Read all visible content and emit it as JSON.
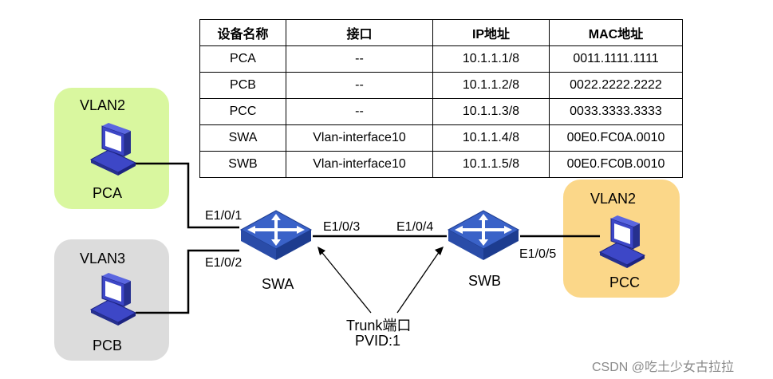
{
  "table": {
    "headers": [
      "设备名称",
      "接口",
      "IP地址",
      "MAC地址"
    ],
    "rows": [
      [
        "PCA",
        "--",
        "10.1.1.1/8",
        "0011.1111.1111"
      ],
      [
        "PCB",
        "--",
        "10.1.1.2/8",
        "0022.2222.2222"
      ],
      [
        "PCC",
        "--",
        "10.1.1.3/8",
        "0033.3333.3333"
      ],
      [
        "SWA",
        "Vlan-interface10",
        "10.1.1.4/8",
        "00E0.FC0A.0010"
      ],
      [
        "SWB",
        "Vlan-interface10",
        "10.1.1.5/8",
        "00E0.FC0B.0010"
      ]
    ]
  },
  "devices": {
    "pca": {
      "vlan": "VLAN2",
      "name": "PCA",
      "color": "#d9f79f"
    },
    "pcb": {
      "vlan": "VLAN3",
      "name": "PCB",
      "color": "#dcdcdc"
    },
    "pcc": {
      "vlan": "VLAN2",
      "name": "PCC",
      "color": "#fbd789"
    },
    "swa": {
      "name": "SWA",
      "badge": "SWITCH"
    },
    "swb": {
      "name": "SWB",
      "badge": "SWITCH"
    }
  },
  "ports": {
    "swa_p1": "E1/0/1",
    "swa_p2": "E1/0/2",
    "swa_p3": "E1/0/3",
    "swb_p4": "E1/0/4",
    "swb_p5": "E1/0/5"
  },
  "annotation": {
    "line1": "Trunk端口",
    "line2": "PVID:1"
  },
  "watermark": "CSDN @吃土少女古拉拉",
  "colors": {
    "switch": "#3a62c8",
    "pc": "#3d47c7"
  }
}
